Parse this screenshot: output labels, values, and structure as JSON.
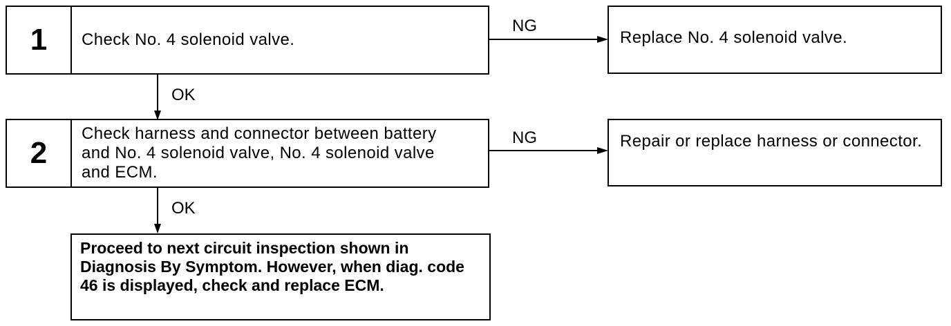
{
  "steps": [
    {
      "number": "1",
      "text": "Check No. 4 solenoid valve."
    },
    {
      "number": "2",
      "text": "Check harness and connector between battery and No. 4 solenoid valve, No. 4 solenoid valve and ECM."
    }
  ],
  "results": [
    {
      "text": "Replace No. 4 solenoid valve."
    },
    {
      "text": "Repair or replace harness or connector."
    }
  ],
  "final": {
    "text": "Proceed to next circuit inspection shown in Diagnosis By Symptom. However, when diag. code 46 is displayed, check and replace ECM."
  },
  "labels": {
    "ng": "NG",
    "ok": "OK"
  }
}
